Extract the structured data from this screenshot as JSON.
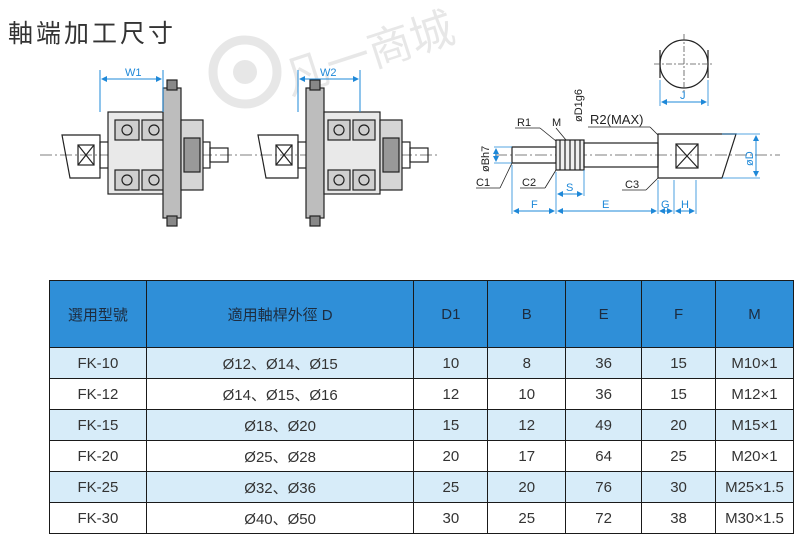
{
  "page_title": "軸端加工尺寸",
  "drawing": {
    "w1": "W1",
    "w2": "W2",
    "r1": "R1",
    "m": "M",
    "d1": "øD1g6",
    "r2": "R2(MAX)",
    "b": "øBh7",
    "c1": "C1",
    "c2": "C2",
    "s": "S",
    "c3": "C3",
    "f": "F",
    "e": "E",
    "g": "G",
    "h": "H",
    "d": "øD",
    "j": "J"
  },
  "table": {
    "headers": [
      "選用型號",
      "適用軸桿外徑 D",
      "D1",
      "B",
      "E",
      "F",
      "M"
    ],
    "rows": [
      [
        "FK-10",
        "Ø12、Ø14、Ø15",
        "10",
        "8",
        "36",
        "15",
        "M10×1"
      ],
      [
        "FK-12",
        "Ø14、Ø15、Ø16",
        "12",
        "10",
        "36",
        "15",
        "M12×1"
      ],
      [
        "FK-15",
        "Ø18、Ø20",
        "15",
        "12",
        "49",
        "20",
        "M15×1"
      ],
      [
        "FK-20",
        "Ø25、Ø28",
        "20",
        "17",
        "64",
        "25",
        "M20×1"
      ],
      [
        "FK-25",
        "Ø32、Ø36",
        "25",
        "20",
        "76",
        "30",
        "M25×1.5"
      ],
      [
        "FK-30",
        "Ø40、Ø50",
        "30",
        "25",
        "72",
        "38",
        "M30×1.5"
      ]
    ]
  },
  "colors": {
    "header_bg": "#2f8fd8",
    "row_alt_bg": "#d7ecf9",
    "dimension_blue": "#1e88d8",
    "label_red": "#c0392b"
  },
  "watermark_text": "凡一商城"
}
